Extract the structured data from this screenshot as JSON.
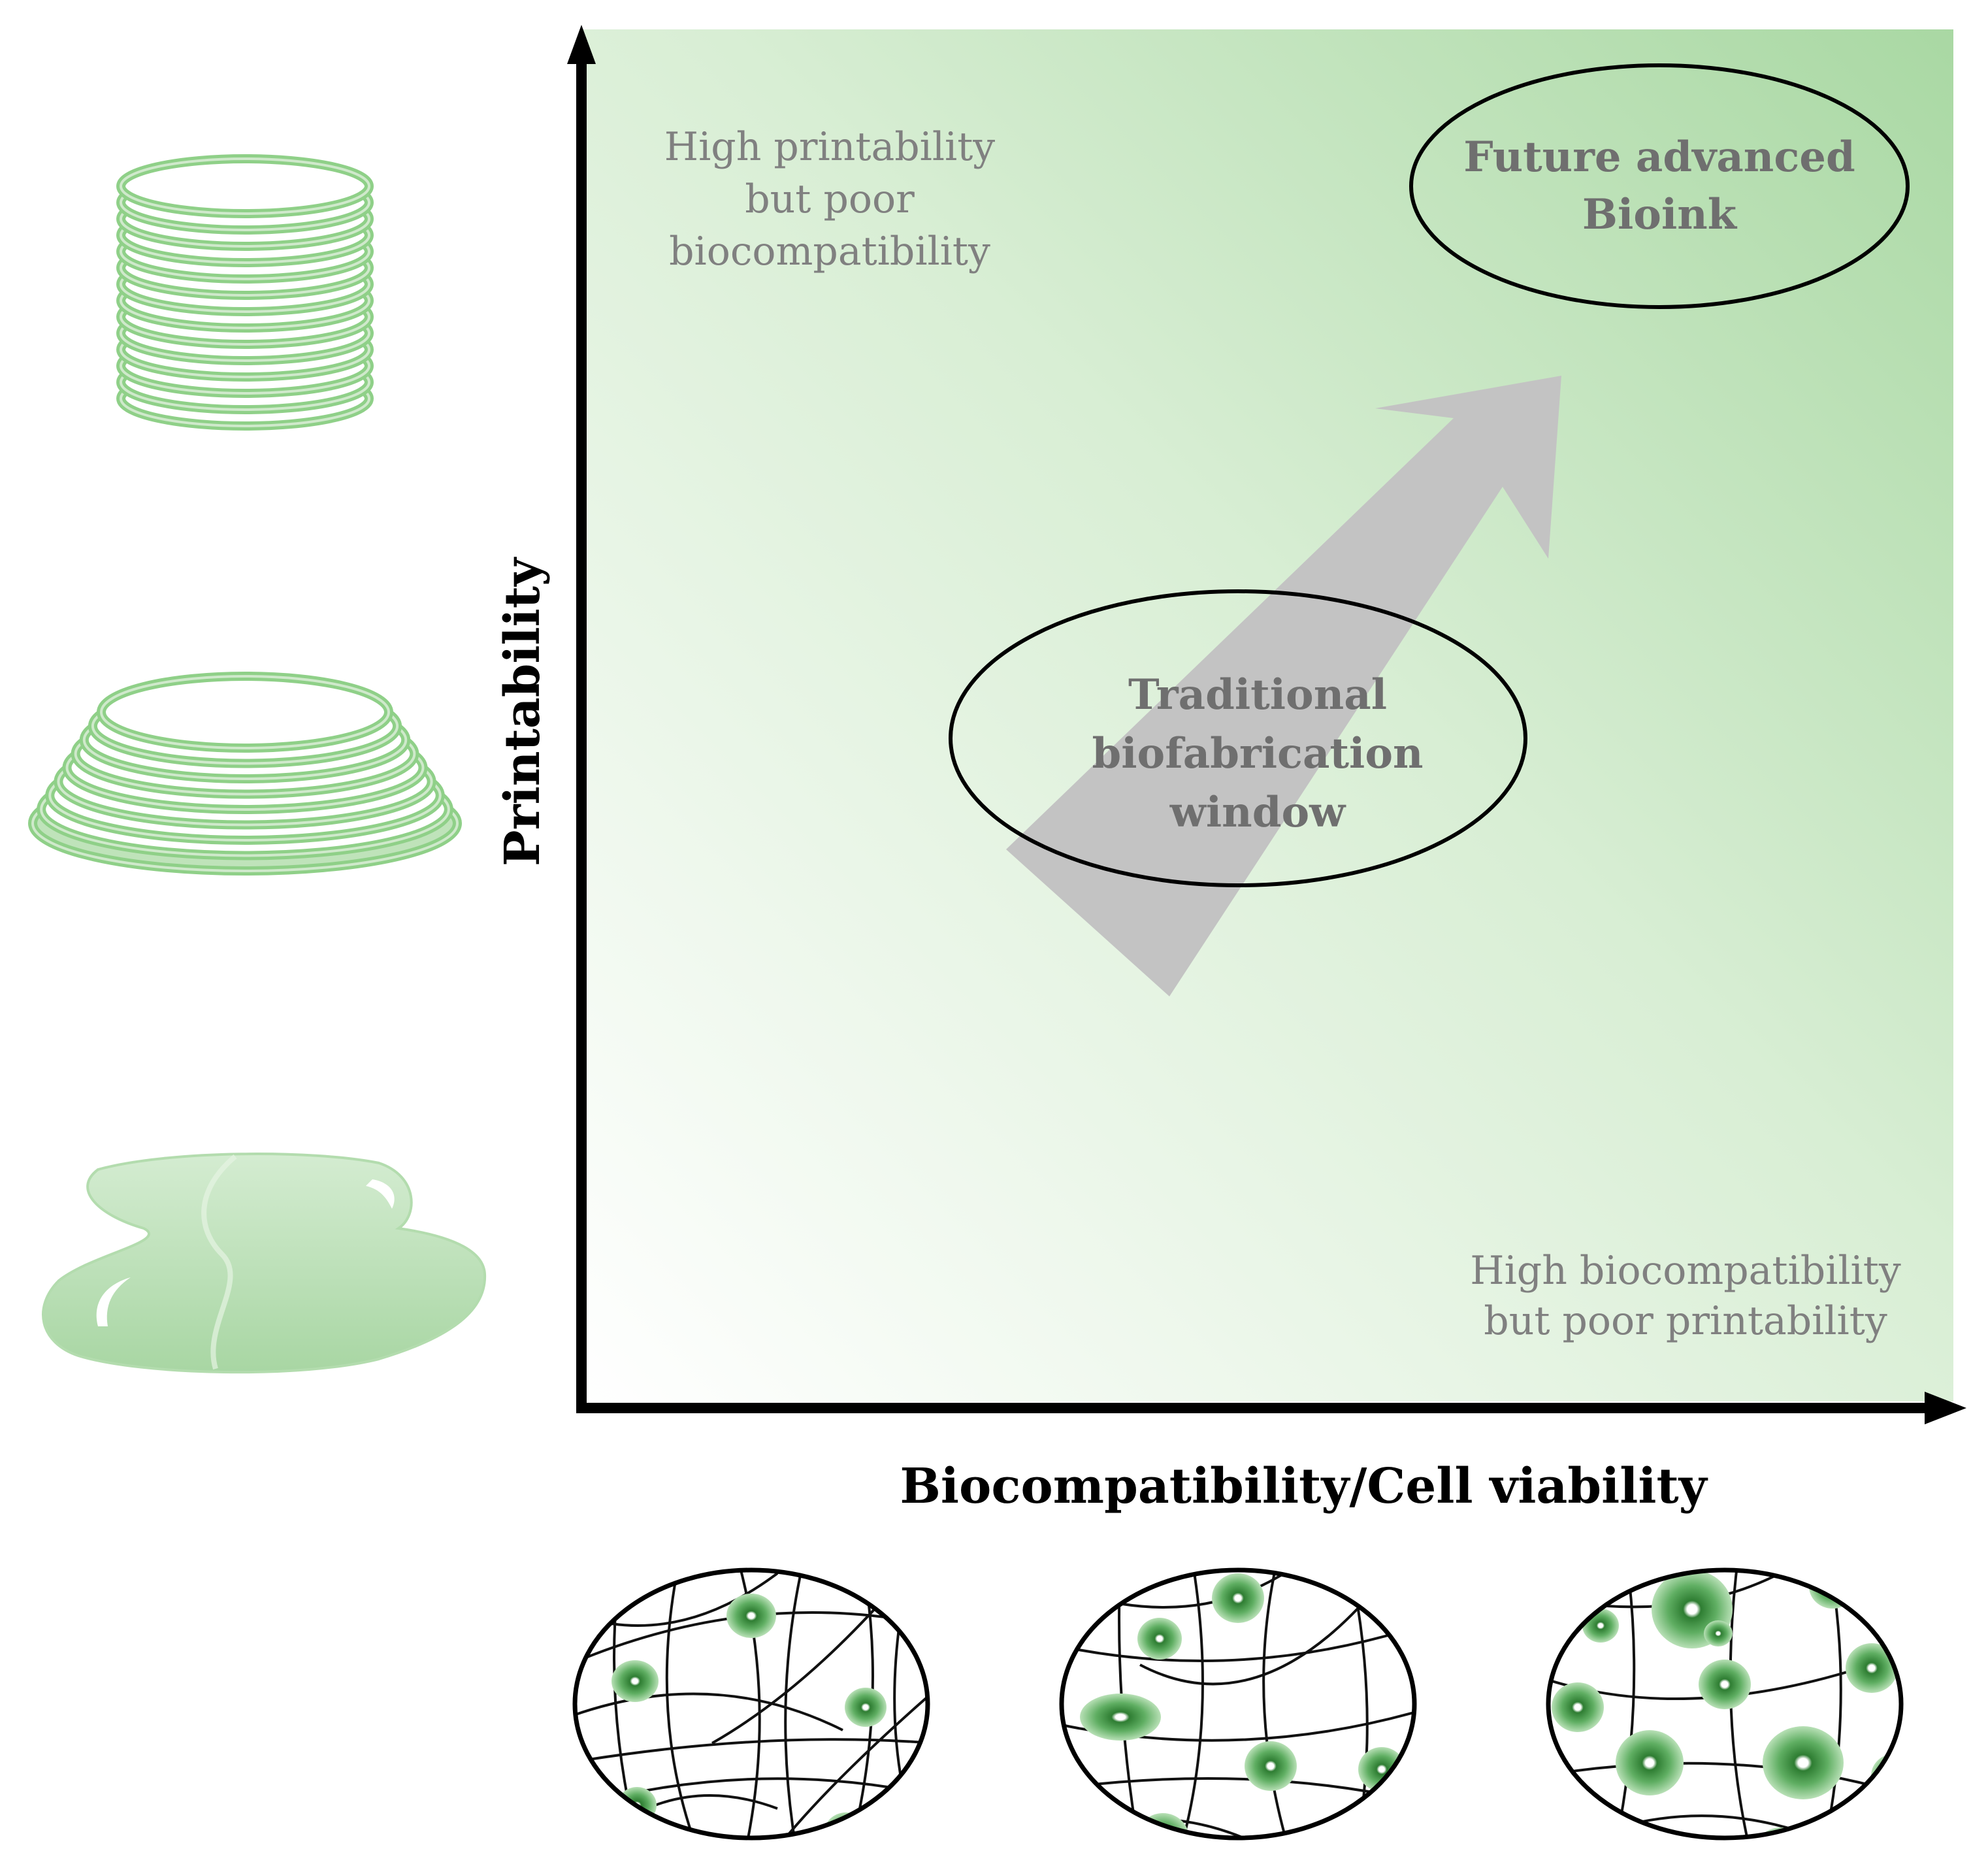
{
  "axes": {
    "y_label": "Printability",
    "x_label": "Biocompatibility/Cell viability"
  },
  "regions": {
    "top_left": [
      "High printability",
      "but poor",
      "biocompatibility"
    ],
    "bottom_right": [
      "High biocompatibility",
      "but poor printability"
    ]
  },
  "ellipses": {
    "traditional": [
      "Traditional",
      "biofabrication",
      "window"
    ],
    "future": [
      "Future advanced",
      "Bioink"
    ]
  },
  "colors": {
    "gradient_light": "#ffffff",
    "gradient_dark": "#a9d8a3",
    "green_shape": "#8fd088",
    "green_fill": "#c5e6c1",
    "arrow_grey": "#c3c3c3",
    "region_text": "#808080",
    "ellipse_text": "#6f6f6f",
    "cell_core": "#2e7d32",
    "cell_halo": "#a5d6a7",
    "axis": "#000000"
  },
  "icons": {
    "high_stack": "tall-filament-stack-icon",
    "mid_stack": "spreading-filament-stack-icon",
    "low_puddle": "puddle-icon",
    "net_low": "sparse-cell-network-icon",
    "net_mid": "medium-cell-network-icon",
    "net_high": "dense-cell-network-icon"
  }
}
